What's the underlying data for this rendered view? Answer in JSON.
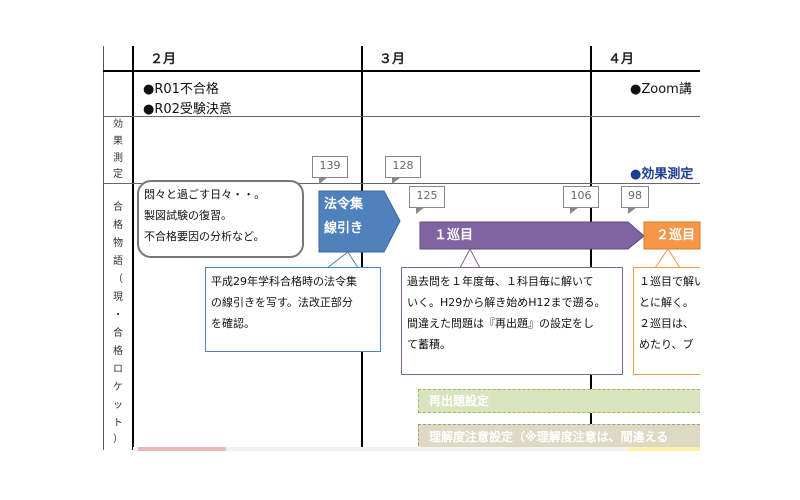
{
  "months": [
    "２月",
    "３月",
    "４月"
  ],
  "notes": {
    "r01": "●R01不合格",
    "r02": "●R02受験決意",
    "zoom": "●Zoom講",
    "measure": "●効果測定"
  },
  "side_labels": {
    "effect": [
      "効",
      "果",
      "測",
      "定"
    ],
    "story": [
      "合",
      "格",
      "物",
      "語",
      "（",
      "現",
      "・",
      "合",
      "格",
      "ロ",
      "ケ",
      "ッ",
      "ト",
      "）"
    ]
  },
  "callouts": [
    "139",
    "128",
    "125",
    "106",
    "98"
  ],
  "feb_box": [
    "悶々と過ごす日々・・。",
    "製図試験の復習。",
    "不合格要因の分析など。"
  ],
  "arrows": {
    "law": [
      "法令集",
      "線引き"
    ],
    "round1": "１巡目",
    "round2": "２巡目"
  },
  "law_note": [
    "平成29年学科合格時の法令集",
    "の線引きを写す。法改正部分",
    "を確認。"
  ],
  "round1_note": [
    "過去問を１年度毎、１科目毎に解いて",
    "いく。H29から解き始めH12まで遡る。",
    "間違えた問題は『再出題』の設定をし",
    "て蓄積。"
  ],
  "round2_note": [
    "１巡目で解い",
    "とに解く。",
    "２巡目は、",
    "めたり、ブ"
  ],
  "bars": {
    "resubmit": "再出題設定",
    "understanding": "理解度注意設定（※理解度注意は、間違える"
  },
  "colors": {
    "law_arrow": "#4f81bd",
    "round1_arrow": "#8064a2",
    "round2_arrow": "#f79646",
    "green_bar": "#d7e4bd",
    "tan_bar": "#ddd9c3",
    "measure_text": "#1f3f8f"
  }
}
